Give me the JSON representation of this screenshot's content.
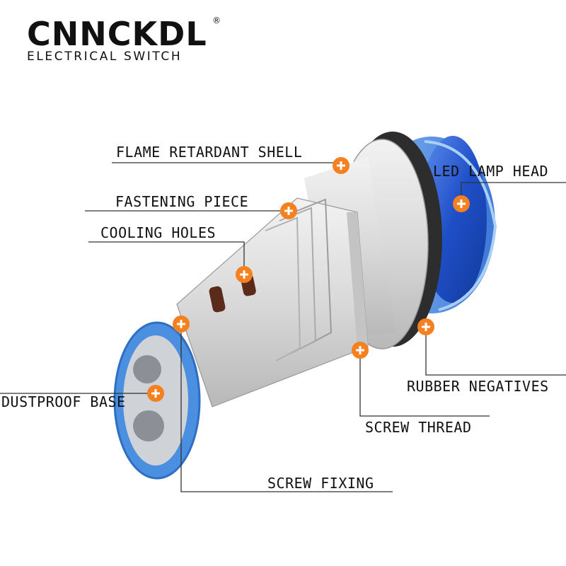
{
  "brand": {
    "name": "CNNCKDL",
    "registered_mark": "®",
    "tagline": "ELECTRICAL SWITCH"
  },
  "colors": {
    "marker": "#f5801f",
    "body": "#d6d6d6",
    "lens": "#2f6de0",
    "base": "#4a8fe0",
    "line": "#333333"
  },
  "callouts": {
    "flame_retardant_shell": "FLAME RETARDANT SHELL",
    "led_lamp_head": "LED LAMP HEAD",
    "fastening_piece": "FASTENING PIECE",
    "cooling_holes": "COOLING HOLES",
    "rubber_negatives": "RUBBER NEGATIVES",
    "dustproof_base": "DUSTPROOF BASE",
    "screw_thread": "SCREW THREAD",
    "screw_fixing": "SCREW FIXING"
  }
}
